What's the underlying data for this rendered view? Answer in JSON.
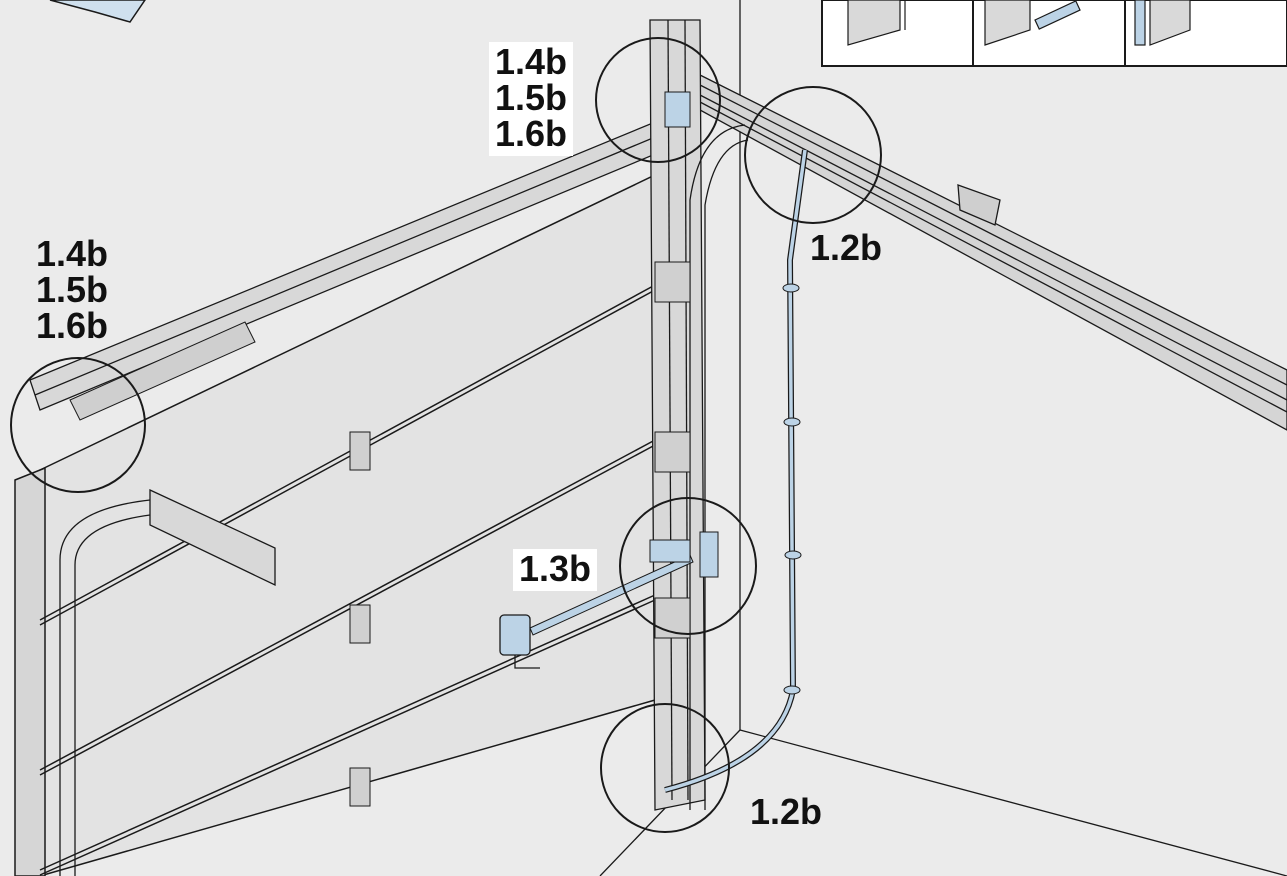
{
  "callouts": {
    "top_stack": [
      "1.4b",
      "1.5b",
      "1.6b"
    ],
    "left_stack": [
      "1.4b",
      "1.5b",
      "1.6b"
    ],
    "cable_top": "1.2b",
    "emergency_release": "1.3b",
    "cable_bottom": "1.2b"
  },
  "colors": {
    "background": "#ebebeb",
    "door_panel": "#e3e3e3",
    "frame": "#cfcfcf",
    "line": "#1a1a1a",
    "highlight_blue": "#bcd3e6",
    "callout_box": "#ffffff"
  }
}
